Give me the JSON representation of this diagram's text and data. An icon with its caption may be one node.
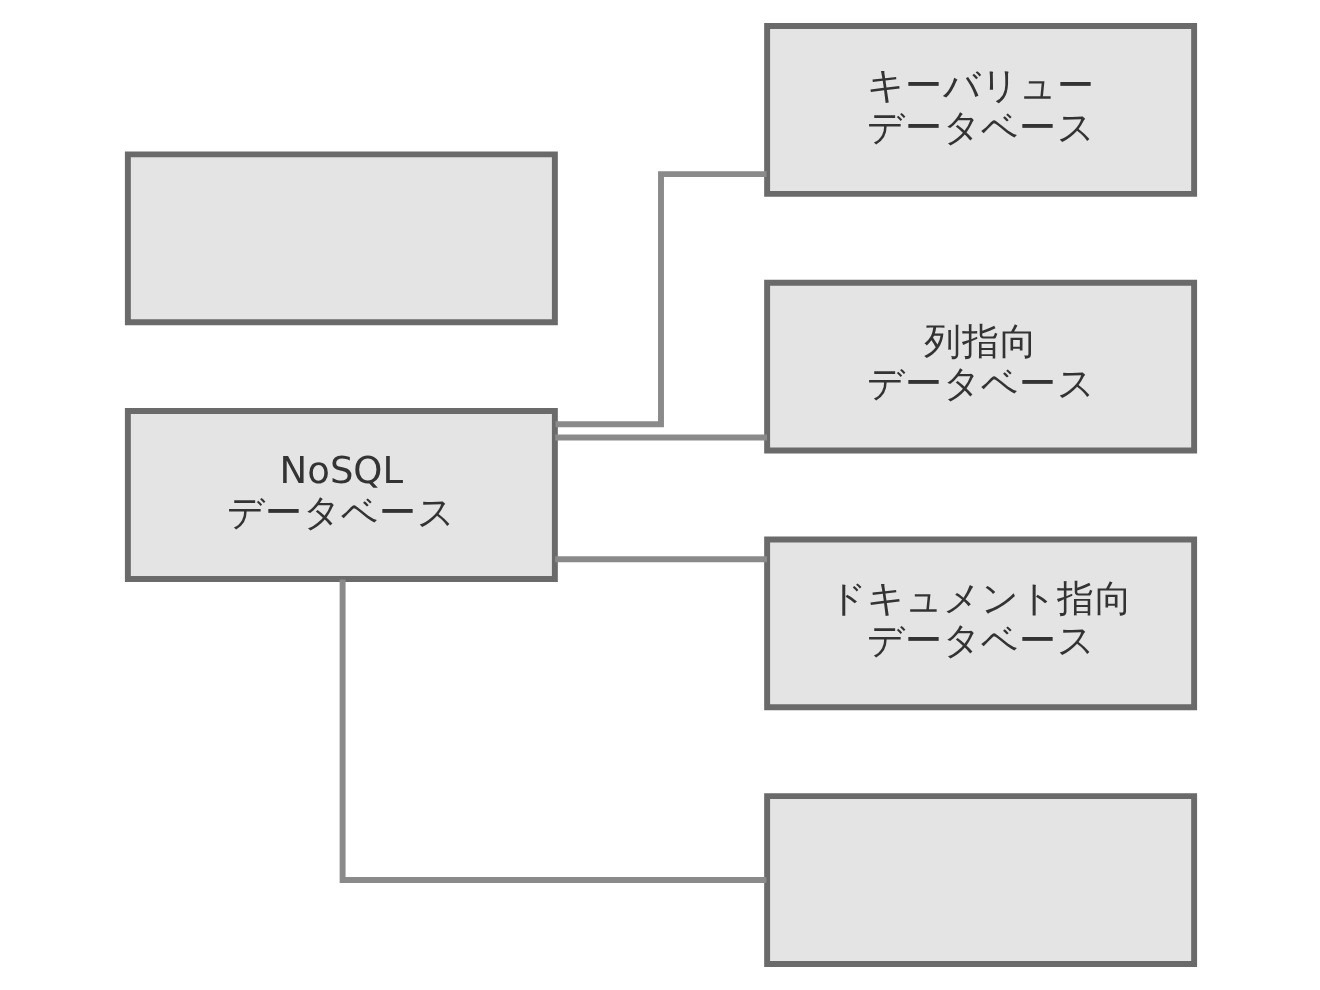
{
  "diagram": {
    "nodes": [
      {
        "text": [],
        "shape": "box"
      },
      {
        "text": [
          "NoSQL データベース"
        ]
      },
      {
        "text": [
          "キーバリューデータベース"
        ]
      },
      {
        "text": [
          "列指向データベース"
        ]
      },
      {
        "text": [
          "ドキュメント指向データベース"
        ]
      },
      {
        "text": [],
        "shape": "box"
      }
    ],
    "edges": [
      {
        "from": 1,
        "to": 2,
        "arrow": "none"
      },
      {
        "from": 1,
        "to": 3,
        "arrow": "none"
      },
      {
        "from": 1,
        "to": 4,
        "arrow": "none"
      },
      {
        "from": 1,
        "to": 5,
        "arrow": "none"
      }
    ]
  }
}
